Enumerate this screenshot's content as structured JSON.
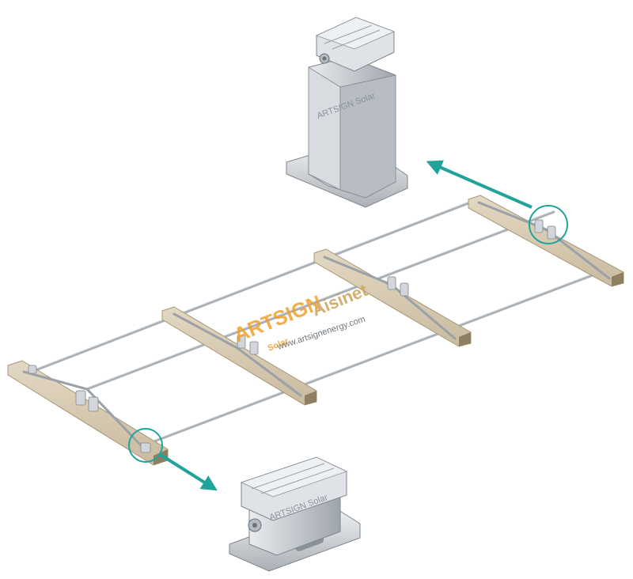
{
  "watermark": {
    "brand_primary": "ARTSIGN",
    "brand_sub": "Solar",
    "brand_secondary": "Aisinet",
    "url": "www.artsignenergy.com",
    "color_primary": "#f0a12b",
    "color_secondary": "#c9a35a"
  },
  "product_marks": {
    "top_clamp": "ARTSIGN Solar",
    "bottom_clamp": "ARTSIGN Solar"
  },
  "colors": {
    "callout": "#1fa39a",
    "wood_light": "#d9cdb6",
    "wood_dark": "#b8a98c",
    "metal": "#c7ccd1",
    "metal_dark": "#8d949b"
  },
  "icons": {
    "top_detail": "roof-clamp-tall-icon",
    "bottom_detail": "roof-clamp-short-icon"
  }
}
